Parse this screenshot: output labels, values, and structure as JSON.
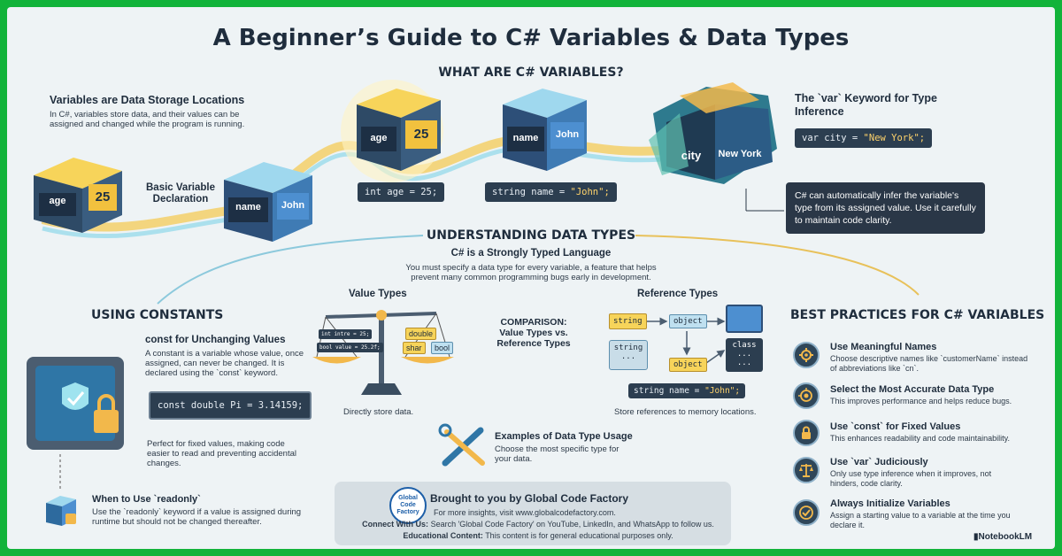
{
  "title": "A Beginner’s Guide to C# Variables & Data Types",
  "what_are": {
    "heading": "WHAT ARE C# VARIABLES?",
    "storage_title": "Variables are Data Storage Locations",
    "storage_desc": "In C#, variables store data, and their values can be assigned and changed while the program is running.",
    "basic_decl": "Basic Variable Declaration",
    "cube1": {
      "left": "age",
      "right": "25"
    },
    "cube2": {
      "left": "name",
      "right": "John"
    },
    "cube3": {
      "left": "age",
      "right": "25"
    },
    "cube4": {
      "left": "name",
      "right": "John"
    },
    "cube5": {
      "left": "city",
      "right": "New York"
    },
    "code_int": "int age = 25;",
    "code_string_prefix": "string name = ",
    "code_string_value": "\"John\";",
    "var_title": "The `var` Keyword for Type Inference",
    "var_code_prefix": "var city = ",
    "var_code_value": "\"New York\";",
    "var_desc": "C# can automatically infer the variable's type from its assigned value. Use it carefully to maintain code clarity."
  },
  "data_types": {
    "heading": "UNDERSTANDING DATA TYPES",
    "strong_title": "C# is a Strongly Typed Language",
    "strong_desc": "You must specify a data type for every variable, a feature that helps prevent many common programming bugs early in development.",
    "value_types": "Value Types",
    "value_desc": "Directly store data.",
    "scale_left_1": "int intre = 25;",
    "scale_left_2": "bool value = 25.2f;",
    "scale_right": [
      "double",
      "shar",
      "bool"
    ],
    "comparison": "COMPARISON: Value Types vs. Reference Types",
    "reference_types": "Reference Types",
    "reference_desc": "Store references to memory locations.",
    "ref_string": "string",
    "ref_object": "object",
    "ref_object2": "object",
    "ref_string2": "string",
    "ref_class": "class",
    "ref_dots": "...",
    "ref_code_prefix": "string name = ",
    "ref_code_value": "\"John\";",
    "examples_title": "Examples of Data Type Usage",
    "examples_desc": "Choose the most specific type for your data."
  },
  "constants": {
    "heading": "USING CONSTANTS",
    "const_title": "const for Unchanging Values",
    "const_desc": "A constant is a variable whose value, once assigned, can never be changed. It is declared using the `const` keyword.",
    "const_code": "const double Pi = 3.14159;",
    "const_note": "Perfect for fixed values, making code easier to read and preventing accidental changes.",
    "readonly_title": "When to Use `readonly`",
    "readonly_desc": "Use the `readonly` keyword if a value is assigned during runtime but should not be changed thereafter."
  },
  "best_practices": {
    "heading": "BEST PRACTICES FOR C# VARIABLES",
    "items": [
      {
        "title": "Use Meaningful Names",
        "desc": "Choose descriptive names like `customerName` instead of abbreviations like `cn`.",
        "icon": "gear-icon"
      },
      {
        "title": "Select the Most Accurate Data Type",
        "desc": "This improves performance and helps reduce bugs.",
        "icon": "target-icon"
      },
      {
        "title": "Use `const` for Fixed Values",
        "desc": "This enhances readability and code maintainability.",
        "icon": "lock-icon"
      },
      {
        "title": "Use `var` Judiciously",
        "desc": "Only use type inference when it improves, not hinders, code clarity.",
        "icon": "scale-icon"
      },
      {
        "title": "Always Initialize Variables",
        "desc": "Assign a starting value to a variable at the time you declare it.",
        "icon": "check-icon"
      }
    ]
  },
  "footer": {
    "logo_text": "Global Code Factory",
    "brought": "Brought to you by Global Code Factory",
    "insights": "For more insights, visit www.globalcodefactory.com.",
    "connect_label": "Connect With Us:",
    "connect_text": "Search 'Global Code Factory' on YouTube, LinkedIn, and WhatsApp to follow us.",
    "edu_label": "Educational Content:",
    "edu_text": "This content is for general educational purposes only."
  },
  "brand": "NotebookLM",
  "colors": {
    "border": "#12b33a",
    "gold": "#f0b429",
    "dark": "#2a3747"
  }
}
